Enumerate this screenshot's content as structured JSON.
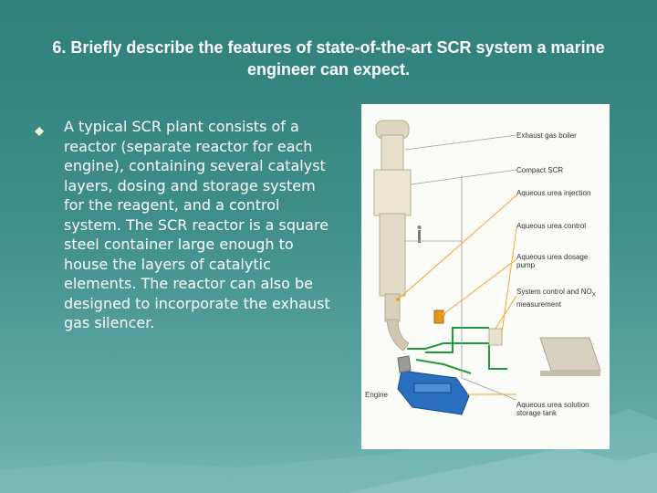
{
  "slide": {
    "title": "6. Briefly describe the features of state-of-the-art SCR system a marine engineer can expect.",
    "bullet_text": "A typical SCR plant consists of a reactor (separate reactor for each engine), containing several catalyst layers, dosing and storage system for the reagent, and a control system. The SCR reactor is a square steel container large enough to house the layers of catalytic elements. The reactor can also be designed to incorporate the exhaust gas silencer."
  },
  "diagram": {
    "labels": {
      "exhaust": "Exhaust gas boiler",
      "compact": "Compact SCR",
      "injection": "Aqueous urea injection",
      "control": "Aqueous urea control",
      "pump": "Aqueous urea dosage pump",
      "system_control": "System control and NO",
      "system_control_sub": "X",
      "system_control_tail": " measurement",
      "tank": "Aqueous urea solution storage tank",
      "engine": "Engine"
    }
  },
  "colors": {
    "background": "#3f8e8a",
    "text": "#ffffff",
    "bullet": "#f1f1c8",
    "pipe_green": "#1f9a3a",
    "engine_blue": "#2a6fbf",
    "leader_orange": "#f0a020"
  }
}
